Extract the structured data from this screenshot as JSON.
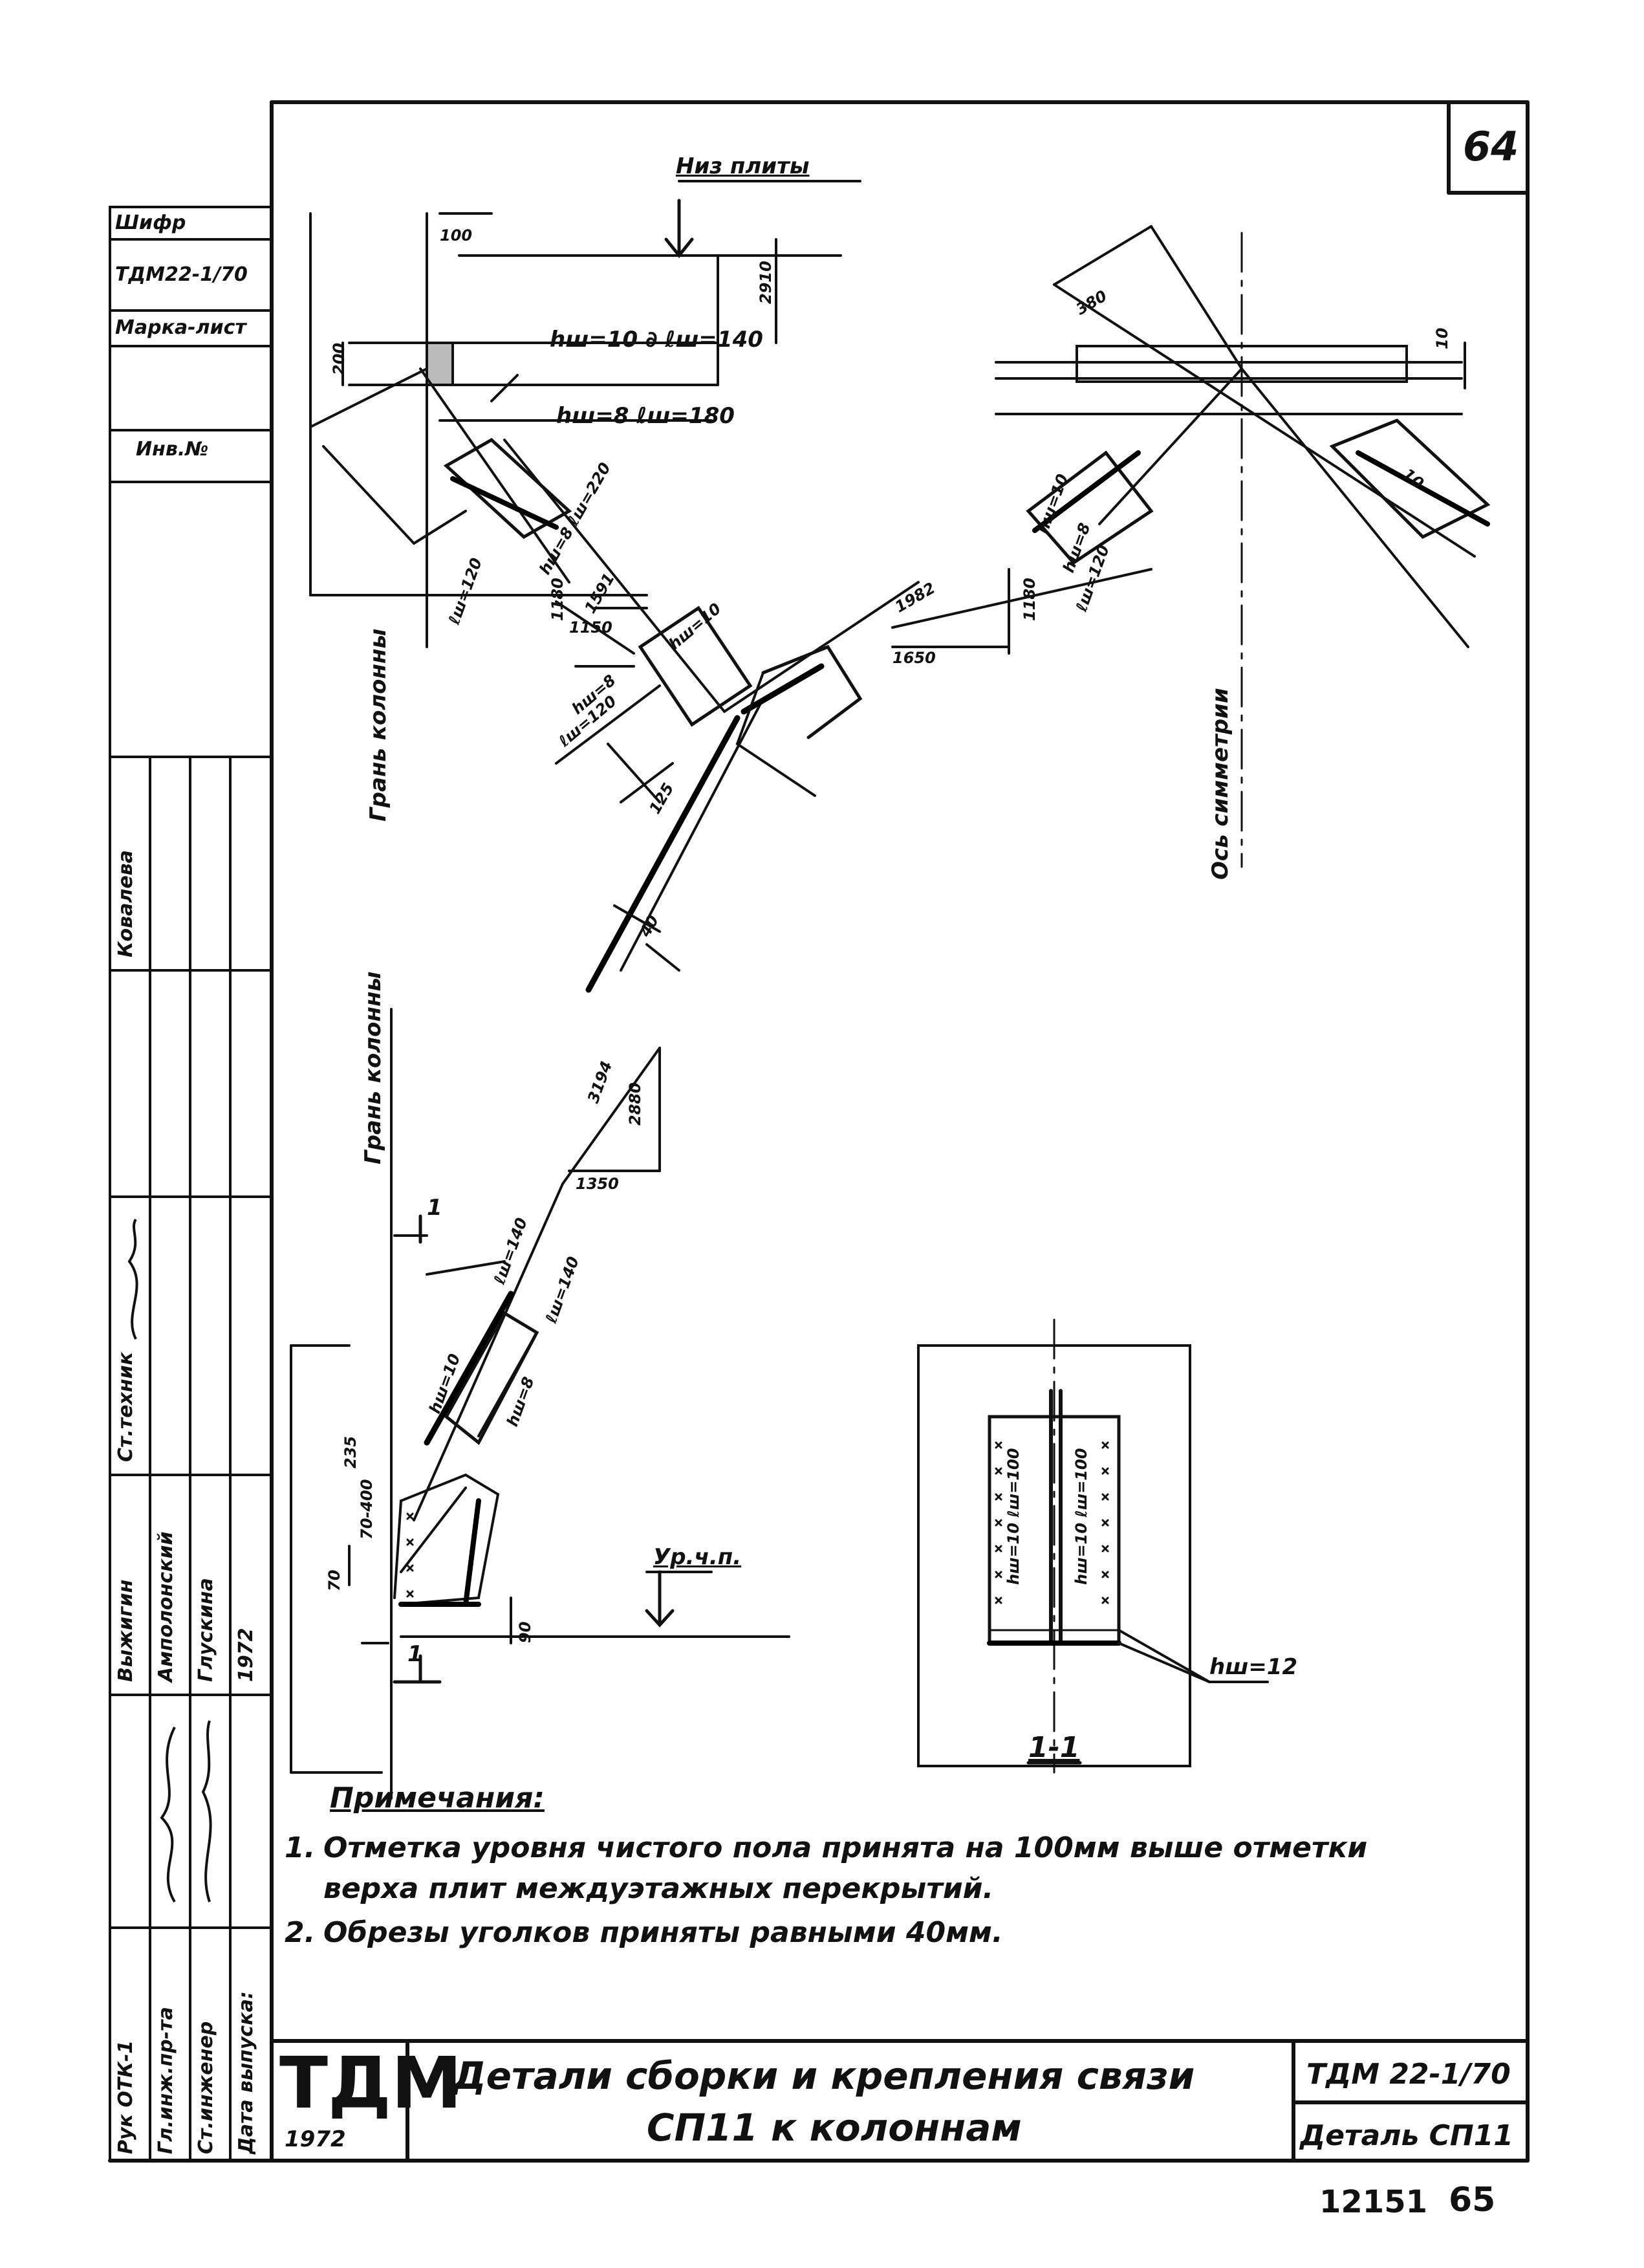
{
  "sheet": {
    "page_number": "64",
    "footer_code": "12151",
    "footer_page": "65"
  },
  "side_stamp": {
    "top_cells": [
      "Шифр",
      "ТДМ22-1/70",
      "Марка-лист",
      "",
      "Инв.№"
    ],
    "roles": [
      "Рук ОТК-1",
      "Гл.инж.пр-та",
      "Ст.инженер",
      "Дата выпуска:"
    ],
    "names": [
      "Выжигин",
      "Амполонский",
      "Глускина",
      "1972"
    ],
    "extra_role": "Ст.техник",
    "extra_name": "Ковалева"
  },
  "drawing_top": {
    "plate_bottom_label": "Низ плиты",
    "column_face_label": "Грань колонны",
    "symmetry_axis_label": "Ось симметрии",
    "dims": {
      "d100": "100",
      "d2910": "2910",
      "d200": "200",
      "weld1": "hш=10 ∂ ℓш=140",
      "weld2": "hш=8 ℓш=180",
      "weld3": "hш=8 ℓш=220",
      "weld4": "ℓш=120",
      "d380": "380",
      "d10": "10",
      "d1591": "1591",
      "d1180": "1180",
      "d1150": "1150",
      "d1982": "1982",
      "d1180b": "1180",
      "d1650": "1650",
      "d125": "125",
      "d40": "40",
      "r_weld1": "hш=10",
      "r_weld2": "hш=8",
      "r_weld3": "ℓш=120",
      "r_d10": "10",
      "r_d10b": "10"
    }
  },
  "drawing_bottom": {
    "column_face_label": "Грань колонны",
    "floor_level_label": "Ур.ч.п.",
    "section_label": "1-1",
    "dims": {
      "d3194": "3194",
      "d2880": "2880",
      "d1350": "1350",
      "weld_a": "ℓш=140",
      "weld_b": "ℓш=140",
      "weld_c": "hш=10",
      "weld_d": "hш=8",
      "d235": "235",
      "d70_400": "70-400",
      "d70": "70",
      "d90": "90",
      "sec_weld1": "hш=10 ℓш=100",
      "sec_weld2": "hш=10 ℓш=100",
      "sec_weld3": "hш=12",
      "cut_mark": "1"
    }
  },
  "notes": {
    "heading": "Примечания:",
    "items": [
      {
        "num": "1.",
        "text": "Отметка уровня чистого пола принята на 100мм выше отметки"
      },
      {
        "num": "",
        "text": "верха плит междуэтажных перекрытий."
      },
      {
        "num": "2.",
        "text": "Обрезы уголков приняты равными 40мм."
      }
    ]
  },
  "title_block": {
    "org": "ТДМ",
    "year": "1972",
    "title_line1": "Детали сборки и крепления связи",
    "title_line2": "СП11 к колоннам",
    "doc_code": "ТДМ 22-1/70",
    "sheet_name": "Деталь СП11"
  }
}
